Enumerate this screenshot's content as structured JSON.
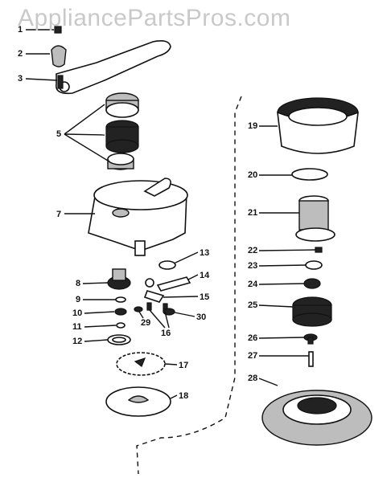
{
  "watermark": "AppliancePartsPros.com",
  "callouts": [
    "1",
    "2",
    "3",
    "5",
    "7",
    "8",
    "9",
    "10",
    "11",
    "12",
    "13",
    "14",
    "15",
    "16",
    "17",
    "18",
    "19",
    "20",
    "21",
    "22",
    "23",
    "24",
    "25",
    "26",
    "27",
    "28",
    "29",
    "30"
  ]
}
